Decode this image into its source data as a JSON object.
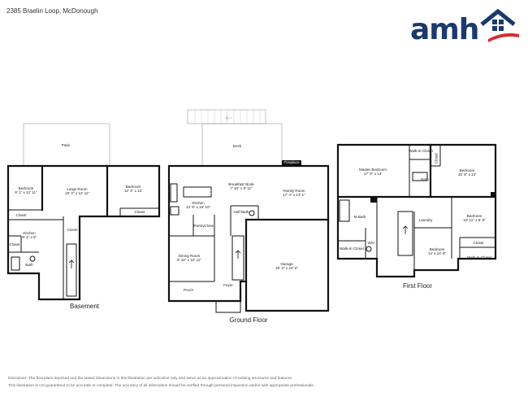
{
  "header": {
    "address": "2385 Braelin Loop, McDonough",
    "logo_text": "amh",
    "logo_icon": "house-roof-icon",
    "brand_blue": "#1a3a6e",
    "brand_red": "#d9282f"
  },
  "floors": [
    {
      "id": "basement",
      "label": "Basement",
      "rooms": [
        {
          "id": "patio",
          "name": "Patio",
          "dims": ""
        },
        {
          "id": "bedroom-1",
          "name": "Bedroom",
          "dims": "9' 1\" x 12' 11\""
        },
        {
          "id": "large-room",
          "name": "Large Room",
          "dims": "15' 3\" x 12' 11\""
        },
        {
          "id": "bedroom-2",
          "name": "Bedroom",
          "dims": "12' 4\" x 12'"
        },
        {
          "id": "closet-1",
          "name": "Closet",
          "dims": ""
        },
        {
          "id": "closet-2",
          "name": "Closet",
          "dims": ""
        },
        {
          "id": "kitchen",
          "name": "Kitchen",
          "dims": "9' 1\" x 8'"
        },
        {
          "id": "closet-3",
          "name": "Closet",
          "dims": ""
        },
        {
          "id": "closet-4",
          "name": "Closet",
          "dims": ""
        },
        {
          "id": "bath",
          "name": "Bath",
          "dims": ""
        }
      ]
    },
    {
      "id": "ground",
      "label": "Ground Floor",
      "rooms": [
        {
          "id": "deck",
          "name": "Deck",
          "dims": ""
        },
        {
          "id": "fireplace",
          "name": "Fireplace",
          "dims": ""
        },
        {
          "id": "breakfast-nook",
          "name": "Breakfast Nook",
          "dims": "7' 10\" x 9' 11\""
        },
        {
          "id": "family-room",
          "name": "Family Room",
          "dims": "17' 4\" x 13' 1\""
        },
        {
          "id": "kitchen",
          "name": "Kitchen",
          "dims": "13' 6\" x 16' 10\""
        },
        {
          "id": "half-bath",
          "name": "Half Bath",
          "dims": ""
        },
        {
          "id": "pantry",
          "name": "Pantry",
          "dims": ""
        },
        {
          "id": "closet",
          "name": "Closet",
          "dims": ""
        },
        {
          "id": "dining-room",
          "name": "Dining Room",
          "dims": "9' 10\" x 10' 11\""
        },
        {
          "id": "garage",
          "name": "Garage",
          "dims": "20' 3\" x 22' 6\""
        },
        {
          "id": "porch",
          "name": "Porch",
          "dims": ""
        },
        {
          "id": "foyer",
          "name": "Foyer",
          "dims": ""
        }
      ]
    },
    {
      "id": "first",
      "label": "First Floor",
      "rooms": [
        {
          "id": "master-bedroom",
          "name": "Master Bedroom",
          "dims": "17' 9\" x 13'"
        },
        {
          "id": "walk-in-closet-1",
          "name": "Walk-In Closet",
          "dims": ""
        },
        {
          "id": "closet-1",
          "name": "Closet",
          "dims": ""
        },
        {
          "id": "bedroom-1",
          "name": "Bedroom",
          "dims": "15' 8\" x 13'"
        },
        {
          "id": "bath",
          "name": "Bath",
          "dims": ""
        },
        {
          "id": "m-bath",
          "name": "M.Bath",
          "dims": ""
        },
        {
          "id": "laundry",
          "name": "Laundry",
          "dims": ""
        },
        {
          "id": "bedroom-2",
          "name": "Bedroom",
          "dims": "10' 11\" x 9' 8\""
        },
        {
          "id": "walk-in-closet-2",
          "name": "Walk-In Closet",
          "dims": ""
        },
        {
          "id": "wc",
          "name": "W/C",
          "dims": ""
        },
        {
          "id": "closet-2",
          "name": "Closet",
          "dims": ""
        },
        {
          "id": "bedroom-3",
          "name": "Bedroom",
          "dims": "14' x 14' 8\""
        },
        {
          "id": "walk-in-closet-3",
          "name": "Walk-In-Closet",
          "dims": ""
        }
      ]
    }
  ],
  "disclaimer": [
    "Disclaimer: The floorplans depicted and the stated dimensions in this illustration are indicative only and serve as an approximation of existing structures and features.",
    "This illustration is not guaranteed to be accurate or complete. The accuracy of all information should be verified through personal inspection and/or with appropriate professionals."
  ]
}
